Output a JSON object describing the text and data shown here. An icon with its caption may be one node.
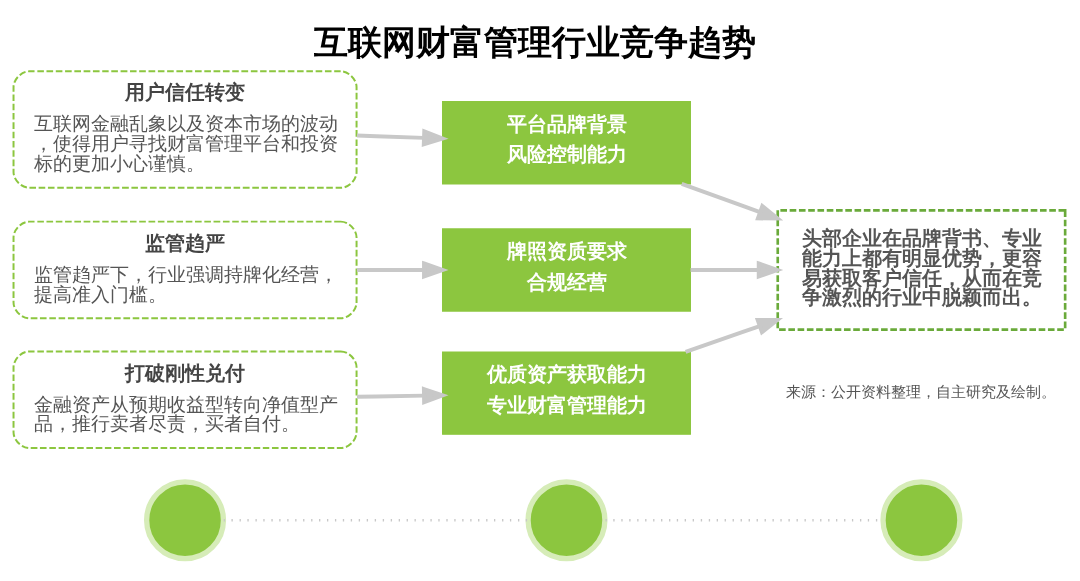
{
  "diagram": {
    "title": "互联网财富管理行业竞争趋势",
    "nodes": [
      {
        "text": [],
        "shape": "circle"
      },
      {
        "text": [],
        "shape": "circle"
      },
      {
        "text": [],
        "shape": "circle"
      },
      {
        "text": [
          "监管趋严",
          "监管趋严下，行业强调持牌化经营，提高准入门槛。"
        ]
      },
      {
        "text": [
          "牌照资质要求",
          "合规经营"
        ]
      },
      {
        "text": [
          "打破刚性兑付",
          "金融资产从预期收益型转向净值型产品，推行卖者尽责，买者自付。"
        ]
      },
      {
        "text": [
          "优质资产获取能力",
          "专业财富管理能力"
        ]
      },
      {
        "text": [
          "用户信任转变",
          "互联网金融乱象以及资本市场的波动，使得用户寻找财富管理平台和投资标的更加小心谨慎。"
        ]
      },
      {
        "text": [
          "平台品牌背景",
          "风险控制能力"
        ]
      },
      {
        "text": [
          "头部企业在品牌背书、专业能力上都有明显优势，更容易获取客户信任，从而在竞争激烈的行业中脱颖而出。"
        ]
      }
    ],
    "edges": [
      {
        "from": 0,
        "to": 1,
        "arrow": "none",
        "style": "dashed"
      },
      {
        "from": 1,
        "to": 2,
        "arrow": "none",
        "style": "dashed"
      },
      {
        "from": 3,
        "to": 4,
        "arrow": "to"
      },
      {
        "from": 5,
        "to": 6,
        "arrow": "to"
      },
      {
        "from": 7,
        "to": 8,
        "arrow": "to"
      },
      {
        "from": 4,
        "to": 9,
        "arrow": "to"
      },
      {
        "from": 6,
        "to": 9,
        "arrow": "to"
      },
      {
        "from": 8,
        "to": 9,
        "arrow": "to"
      }
    ],
    "labels": [
      "来源：公开资料整理，自主研究及绘制。"
    ]
  }
}
